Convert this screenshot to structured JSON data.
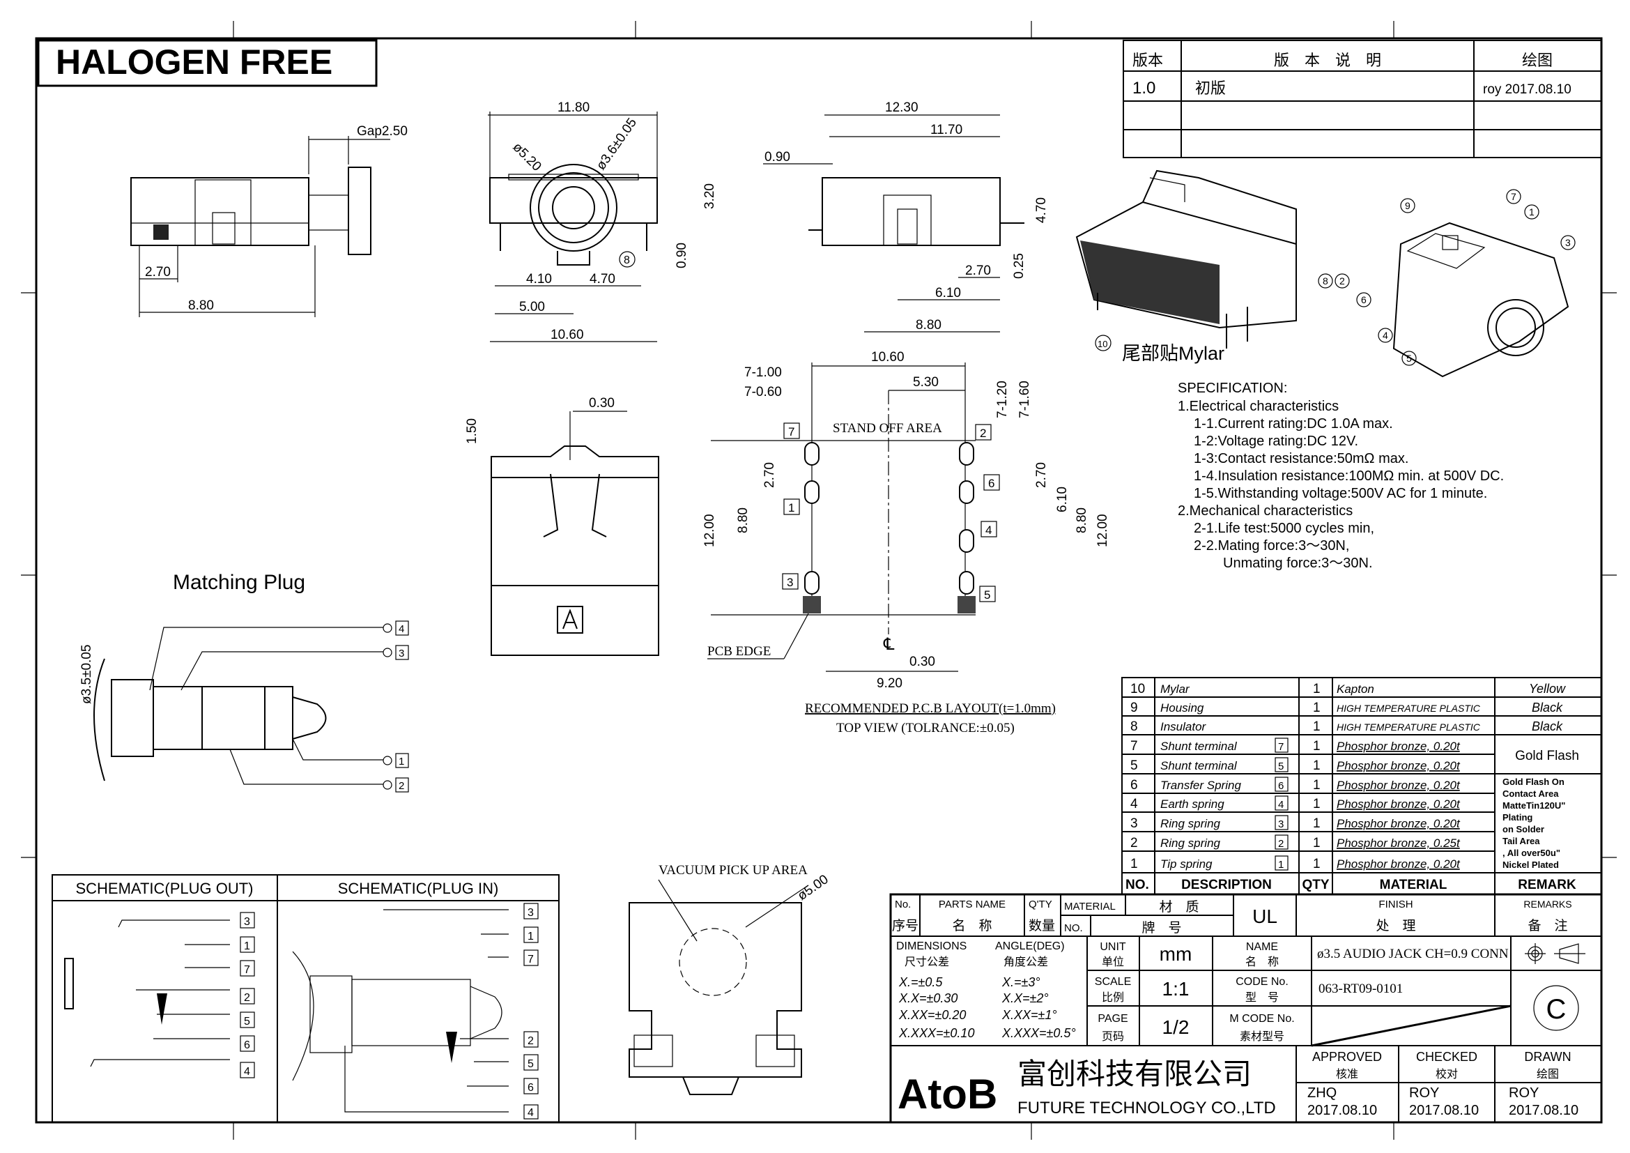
{
  "banner": "HALOGEN FREE",
  "revision_table": {
    "headers": [
      "版本",
      "版　本　说　明",
      "绘图"
    ],
    "rows": [
      [
        "1.0",
        "初版",
        "roy 2017.08.10"
      ]
    ]
  },
  "side_view_left": {
    "gap": "Gap2.50",
    "dim_a": "2.70",
    "dim_b": "8.80"
  },
  "front_view": {
    "width": "11.80",
    "dia_outer": "ø5.20",
    "dia_inner": "ø3.6±0.05",
    "height": "3.20",
    "standoff": "0.90",
    "d1": "4.10",
    "d2": "4.70",
    "d3": "5.00",
    "d4": "10.60",
    "callout": "8"
  },
  "side_view_right": {
    "w1": "12.30",
    "w2": "11.70",
    "d1": "0.90",
    "h": "4.70",
    "d2": "0.25",
    "d3": "2.70",
    "d4": "6.10",
    "d5": "8.80"
  },
  "top_view": {
    "d1": "1.50",
    "d2": "0.30"
  },
  "pcb_layout": {
    "width": "10.60",
    "slot1": "7-1.00",
    "slot2": "7-0.60",
    "half": "5.30",
    "slot3": "7-1.20",
    "slot4": "7-1.60",
    "standoff_label": "STAND OFF AREA",
    "left_h": "12.00",
    "left_a": "8.80",
    "left_b": "2.70",
    "right_b": "2.70",
    "right_c": "6.10",
    "right_a": "8.80",
    "right_h": "12.00",
    "pcb_edge": "PCB EDGE",
    "cl": "℄",
    "offset": "0.30",
    "bottom": "9.20",
    "title": "RECOMMENDED P.C.B LAYOUT(t=1.0mm)",
    "subtitle": "TOP VIEW (TOLRANCE:±0.05)",
    "pins_left": [
      "7",
      "1",
      "3"
    ],
    "pins_right": [
      "2",
      "6",
      "4",
      "5"
    ]
  },
  "exploded_view": {
    "mylar_label": "尾部贴Mylar",
    "mylar_no": "10",
    "callouts": [
      "9",
      "7",
      "1",
      "3",
      "8",
      "2",
      "6",
      "4",
      "5"
    ]
  },
  "specification": {
    "title": "SPECIFICATION:",
    "lines": [
      "1.Electrical characteristics",
      "1-1.Current rating:DC 1.0A max.",
      "1-2:Voltage rating:DC 12V.",
      "1-3:Contact resistance:50mΩ max.",
      "1-4.Insulation resistance:100MΩ min. at 500V DC.",
      "1-5.Withstanding voltage:500V AC for 1 minute.",
      "2.Mechanical characteristics",
      "2-1.Life test:5000 cycles min,",
      "2-2.Mating force:3～30N,",
      "Unmating force:3～30N."
    ]
  },
  "matching_plug": {
    "title": "Matching Plug",
    "dia": "ø3.5±0.05",
    "pins": [
      "4",
      "3",
      "1",
      "2"
    ]
  },
  "schematic": {
    "plug_out": {
      "title": "SCHEMATIC(PLUG OUT)",
      "pins": [
        "3",
        "1",
        "7",
        "2",
        "5",
        "6",
        "4"
      ]
    },
    "plug_in": {
      "title": "SCHEMATIC(PLUG IN)",
      "pins": [
        "3",
        "1",
        "7",
        "2",
        "5",
        "6",
        "4"
      ]
    }
  },
  "vacuum": {
    "label": "VACUUM PICK UP AREA",
    "dia": "ø5.00"
  },
  "bom": {
    "headers": [
      "NO.",
      "DESCRIPTION",
      "QTY",
      "MATERIAL",
      "REMARK"
    ],
    "rows": [
      {
        "no": "10",
        "desc": "Mylar",
        "tag": "",
        "qty": "1",
        "material": "Kapton",
        "remark": "Yellow"
      },
      {
        "no": "9",
        "desc": "Housing",
        "tag": "",
        "qty": "1",
        "material": "HIGH TEMPERATURE PLASTIC",
        "remark": "Black"
      },
      {
        "no": "8",
        "desc": "Insulator",
        "tag": "",
        "qty": "1",
        "material": "HIGH TEMPERATURE PLASTIC",
        "remark": "Black"
      },
      {
        "no": "7",
        "desc": "Shunt terminal",
        "tag": "7",
        "qty": "1",
        "material": "Phosphor bronze, 0.20t",
        "remark": ""
      },
      {
        "no": "5",
        "desc": "Shunt terminal",
        "tag": "5",
        "qty": "1",
        "material": "Phosphor bronze, 0.20t",
        "remark": ""
      },
      {
        "no": "6",
        "desc": "Transfer Spring",
        "tag": "6",
        "qty": "1",
        "material": "Phosphor bronze, 0.20t",
        "remark": ""
      },
      {
        "no": "4",
        "desc": "Earth spring",
        "tag": "4",
        "qty": "1",
        "material": "Phosphor bronze, 0.20t",
        "remark": ""
      },
      {
        "no": "3",
        "desc": "Ring spring",
        "tag": "3",
        "qty": "1",
        "material": "Phosphor bronze, 0.20t",
        "remark": ""
      },
      {
        "no": "2",
        "desc": "Ring spring",
        "tag": "2",
        "qty": "1",
        "material": "Phosphor bronze, 0.25t",
        "remark": ""
      },
      {
        "no": "1",
        "desc": "Tip spring",
        "tag": "1",
        "qty": "1",
        "material": "Phosphor bronze, 0.20t",
        "remark": ""
      }
    ],
    "merged_remark_a": "Gold Flash",
    "merged_remark_b": [
      "Gold Flash On",
      "Contact Area",
      "MatteTin120U\"",
      "Plating",
      "on Solder",
      "Tail Area",
      ", All over50u\"",
      "Nickel Plated"
    ]
  },
  "title_block": {
    "hdr": {
      "no": "No.",
      "no_cn": "序号",
      "parts": "PARTS NAME",
      "parts_cn": "名　称",
      "qty": "Q'TY",
      "qty_cn": "数量",
      "material": "MATERIAL",
      "material_cn": "材　质",
      "mat_no": "NO.",
      "mat_no_cn": "牌　号",
      "ul": "UL",
      "finish": "FINISH",
      "finish_cn": "处　理",
      "remarks": "REMARKS",
      "remarks_cn": "备　注"
    },
    "dimensions": "DIMENSIONS",
    "dimensions_cn": "尺寸公差",
    "angle": "ANGLE(DEG)",
    "angle_cn": "角度公差",
    "tol_lin": [
      "X.=±0.5",
      "X.X=±0.30",
      "X.XX=±0.20",
      "X.XXX=±0.10"
    ],
    "tol_ang": [
      "X.=±3°",
      "X.X=±2°",
      "X.XX=±1°",
      "X.XXX=±0.5°"
    ],
    "unit_label": "UNIT",
    "unit_cn": "单位",
    "unit": "mm",
    "scale_label": "SCALE",
    "scale_cn": "比例",
    "scale": "1:1",
    "page_label": "PAGE",
    "page_cn": "页码",
    "page": "1/2",
    "name_label": "NAME",
    "name_cn": "名　称",
    "name": "ø3.5 AUDIO JACK CH=0.9 CONN",
    "code_label": "CODE No.",
    "code_cn": "型　号",
    "code": "063-RT09-0101",
    "mcode_label": "M CODE No.",
    "mcode_cn": "素材型号",
    "logo": "AtoB",
    "company_cn": "富创科技有限公司",
    "company": "FUTURE TECHNOLOGY CO.,LTD",
    "approved": "APPROVED",
    "approved_cn": "核准",
    "approved_by": "ZHQ",
    "approved_date": "2017.08.10",
    "checked": "CHECKED",
    "checked_cn": "校对",
    "checked_by": "ROY",
    "checked_date": "2017.08.10",
    "drawn": "DRAWN",
    "drawn_cn": "绘图",
    "drawn_by": "ROY",
    "drawn_date": "2017.08.10",
    "copyright": "C"
  }
}
